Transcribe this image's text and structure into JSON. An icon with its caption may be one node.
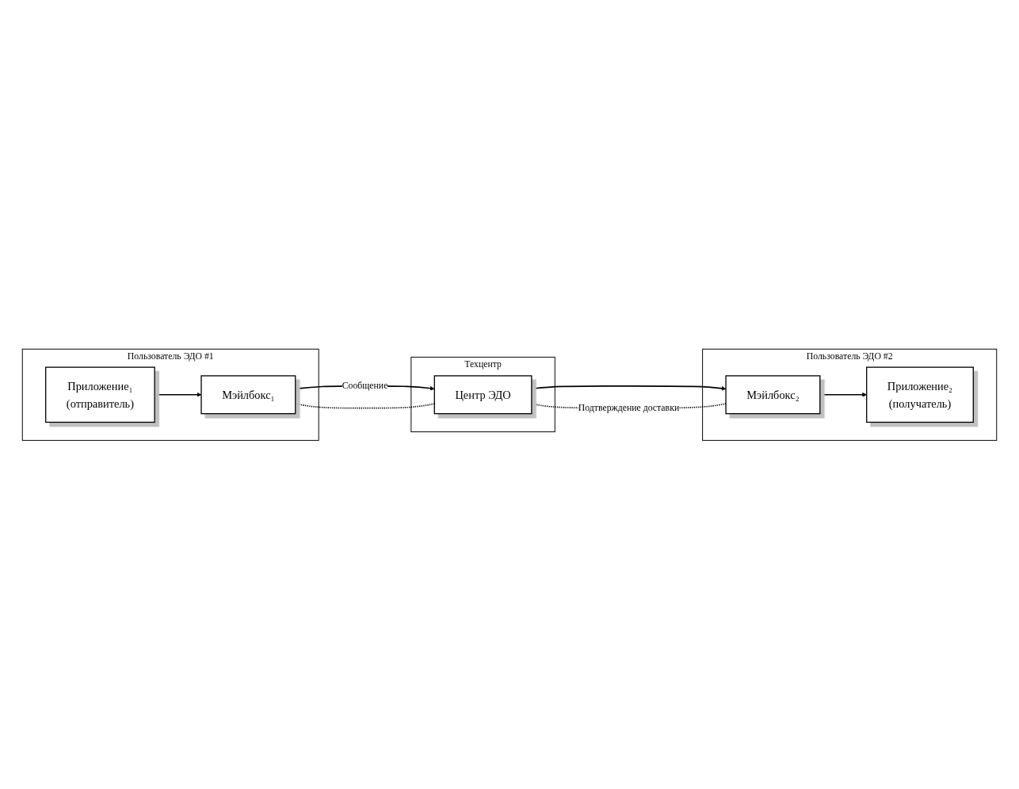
{
  "diagram": {
    "nodes": [
      {
        "text": [
          "Пользователь ЭДО #1"
        ]
      },
      {
        "text": [
          "Мэйлбокс₁"
        ],
        "in": 0
      },
      {
        "text": [
          "Приложение₁",
          "(отправитель)"
        ],
        "in": 0
      },
      {
        "text": [
          "Техцентр"
        ]
      },
      {
        "text": [
          "Центр ЭДО"
        ],
        "in": 3
      },
      {
        "text": [
          "Пользователь ЭДО #2"
        ]
      },
      {
        "text": [
          "Мэйлбокс₂"
        ],
        "in": 5
      },
      {
        "text": [
          "Приложение₂",
          "(получатель)"
        ],
        "in": 5
      }
    ],
    "edges": [
      {
        "from": 2,
        "to": 1,
        "arrow": "to"
      },
      {
        "from": 1,
        "to": 4,
        "arrow": "to",
        "label": "Сообщение"
      },
      {
        "from": 4,
        "to": 6,
        "arrow": "to"
      },
      {
        "from": 6,
        "to": 4,
        "arrow": "to",
        "label": "Подтверждение доставки",
        "style": "dashed"
      },
      {
        "from": 4,
        "to": 1,
        "arrow": "to",
        "style": "dashed"
      },
      {
        "from": 6,
        "to": 7,
        "arrow": "to"
      }
    ]
  }
}
